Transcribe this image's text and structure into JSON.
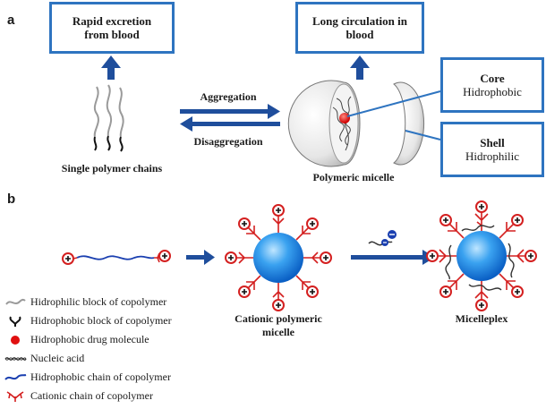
{
  "panel_a": {
    "letter": "a",
    "box_excretion": {
      "line1": "Rapid excretion",
      "line2": "from blood"
    },
    "box_circulation": {
      "line1": "Long circulation in",
      "line2": "blood"
    },
    "box_core": {
      "title": "Core",
      "subtitle": "Hidrophobic"
    },
    "box_shell": {
      "title": "Shell",
      "subtitle": "Hidrophilic"
    },
    "aggregation": "Aggregation",
    "disaggregation": "Disaggregation",
    "single_chains": "Single polymer chains",
    "polymeric_micelle": "Polymeric micelle"
  },
  "panel_b": {
    "letter": "b",
    "cationic_micelle": {
      "line1": "Cationic polymeric",
      "line2": "micelle"
    },
    "micelleplex": "Micelleplex"
  },
  "legend": [
    {
      "icon": "hydrophilic-block-icon",
      "label": "Hidrophilic block of copolymer"
    },
    {
      "icon": "hydrophobic-block-icon",
      "label": "Hidrophobic block of copolymer"
    },
    {
      "icon": "drug-molecule-icon",
      "label": "Hidrophobic drug molecule"
    },
    {
      "icon": "nucleic-acid-icon",
      "label": "Nucleic acid"
    },
    {
      "icon": "hydrophobic-chain-icon",
      "label": "Hidrophobic chain of copolymer"
    },
    {
      "icon": "cationic-chain-icon",
      "label": "Cationic chain of copolymer"
    }
  ],
  "colors": {
    "box_border": "#2e74c0",
    "arrow": "#1f4e9c",
    "cationic": "#d42020",
    "hydrophobic": "#1a3fb0",
    "sphere": "#1a8fe8"
  }
}
